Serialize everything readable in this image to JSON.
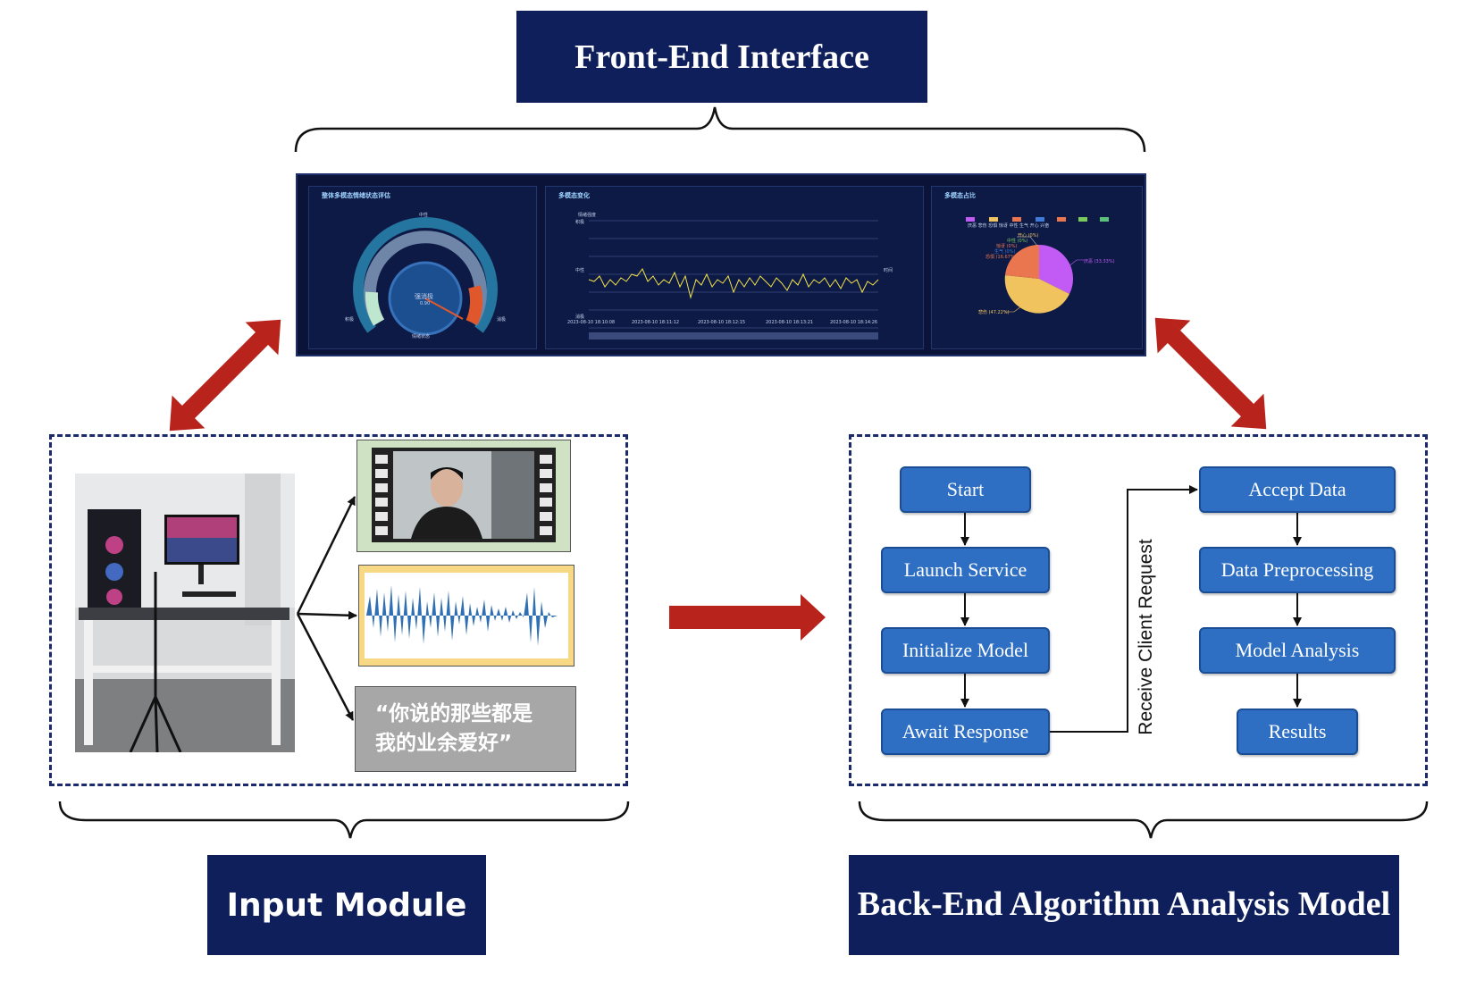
{
  "titles": {
    "front_end": "Front-End Interface",
    "input_module": "Input Module",
    "backend": "Back-End Algorithm Analysis Model"
  },
  "dashboard": {
    "panel1_title": "整体多模态情绪状态评估",
    "panel2_title": "多模态变化",
    "panel3_title": "多模态占比",
    "gauge_top": "中性",
    "gauge_left": "积极",
    "gauge_right": "消极",
    "gauge_center": "强消极",
    "gauge_value": "0.90",
    "gauge_bottom": "情绪状态",
    "line_y_title": "情绪强度",
    "line_y_top": "积极",
    "line_y_mid": "中性",
    "line_y_bottom": "消极",
    "line_legend": "时间",
    "line_x_ticks": [
      "2023-08-10 18:10:08",
      "2023-08-10 18:11:12",
      "2023-08-10 18:12:15",
      "2023-08-10 18:13:21",
      "2023-08-10 18:14:26"
    ],
    "pie_label_top": "开心 (0%)",
    "pie_label_neutral": "中性 (0%)",
    "pie_label_surprise": "惊讶 (0%)",
    "pie_label_anger": "生气 (0%)",
    "pie_label_fear": "恐惧 (16.67%)",
    "pie_label_right": "厌恶 (33.33%)",
    "pie_label_bottom": "悲伤 (47.22%)",
    "pie_legend_item_1": "厌恶",
    "pie_legend_item_2": "悲伤",
    "pie_legend_item_3": "恐惧",
    "pie_legend_item_4": "惊讶",
    "pie_legend_item_5": "中性",
    "pie_legend_item_6": "生气",
    "pie_legend_item_7": "开心",
    "pie_legend_item_8": "兴奋"
  },
  "input": {
    "text_line_1": "“你说的那些都是",
    "text_line_2": "我的业余爱好”"
  },
  "flow": {
    "start": "Start",
    "launch": "Launch Service",
    "init": "Initialize Model",
    "await": "Await Response",
    "accept": "Accept Data",
    "preprocess": "Data Preprocessing",
    "analysis": "Model Analysis",
    "results": "Results",
    "receive": "Receive Client Request"
  },
  "colors": {
    "title_bg": "#0e1f5b",
    "node_fill": "#2e6fc3",
    "arrow_red": "#b8231c",
    "pie_purple": "#c25af5",
    "pie_yellow": "#f0c35f",
    "pie_orange": "#e9764f",
    "line_yellow": "#f3e24a"
  }
}
